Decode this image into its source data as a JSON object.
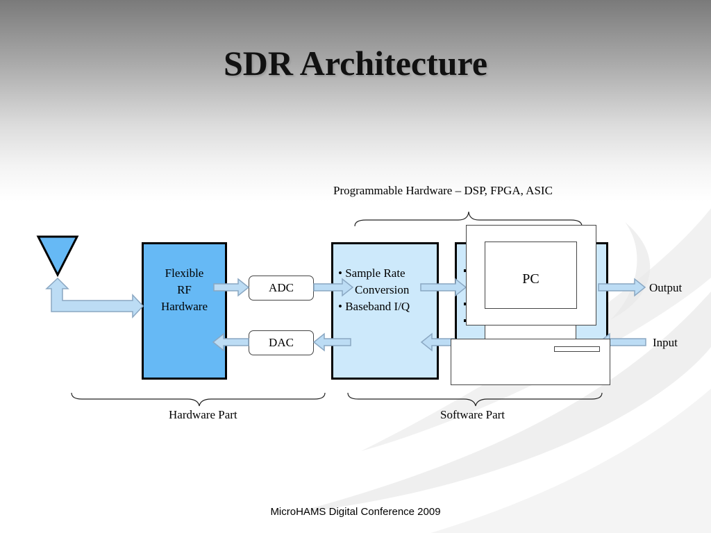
{
  "slide": {
    "title": "SDR Architecture",
    "footer": "MicroHAMS Digital Conference 2009"
  },
  "diagram": {
    "top_brace_label": "Programmable Hardware – DSP, FPGA, ASIC",
    "rf_block": {
      "lines": [
        "Flexible",
        "RF",
        "Hardware"
      ]
    },
    "adc_label": "ADC",
    "dac_label": "DAC",
    "sample_rate_block": {
      "bullet_1_line_1": "• Sample Rate",
      "bullet_1_line_2": "Conversion",
      "bullet_2": "• Baseband I/Q"
    },
    "pc_label": "PC",
    "output_label": "Output",
    "input_label": "Input",
    "hardware_part_label": "Hardware Part",
    "software_part_label": "Software Part"
  },
  "colors": {
    "antenna_fill": "#66b9f5",
    "rf_block_fill": "#66b9f5",
    "processing_block_fill": "#cde9fb",
    "arrow_fill": "#bcdcf4",
    "arrow_stroke": "#8aa7c2"
  }
}
